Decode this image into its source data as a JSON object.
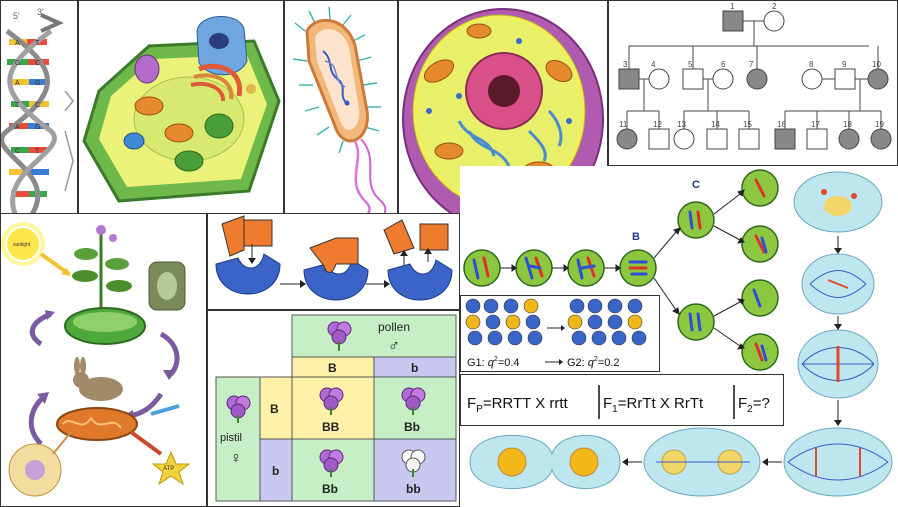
{
  "dna": {
    "label_5": "5'",
    "label_3": "3'",
    "bases": [
      "A",
      "T",
      "G",
      "C",
      "A",
      "G",
      "T",
      "C",
      "A",
      "G",
      "C",
      "T"
    ]
  },
  "pedigree": {
    "numbers": [
      "1",
      "2",
      "3",
      "4",
      "5",
      "6",
      "7",
      "8",
      "9",
      "10",
      "11",
      "12",
      "13",
      "14",
      "15",
      "16",
      "17",
      "18",
      "19"
    ]
  },
  "photosynthesis": {
    "sunlight": "sunlight",
    "atp": "ATP"
  },
  "meiosis": {
    "label_b": "B",
    "label_c": "C"
  },
  "drift": {
    "g1_label": "G1: ",
    "g1_value": "=0.4",
    "g2_label": "G2: ",
    "g2_value": "=0.2",
    "q_symbol": "q",
    "q_exp": "2"
  },
  "punnett": {
    "pollen": "pollen",
    "male_symbol": "♂",
    "pistil": "pistil",
    "female_symbol": "♀",
    "col_B": "B",
    "col_b": "b",
    "row_B": "B",
    "row_b": "b",
    "cell_BB": "BB",
    "cell_Bb1": "Bb",
    "cell_Bb2": "Bb",
    "cell_bb": "bb"
  },
  "cross": {
    "fp": "F",
    "fp_sub": "P",
    "fp_eq": "=RRTT X rrtt",
    "f1": "F",
    "f1_sub": "1",
    "f1_eq": "=RrTt X RrTt",
    "f2": "F",
    "f2_sub": "2",
    "f2_eq": "=?"
  },
  "colors": {
    "cell_green": "#8dc63f",
    "chrom_blue": "#2f4fd6",
    "chrom_red": "#e0302a",
    "enzyme_blue": "#3a64c8",
    "substrate_orange": "#ee7b2e",
    "purple_flower": "#b06ad6",
    "punnett_green": "#c6efc6",
    "punnett_yellow": "#fff2a8",
    "punnett_lavender": "#c8c8f0"
  }
}
